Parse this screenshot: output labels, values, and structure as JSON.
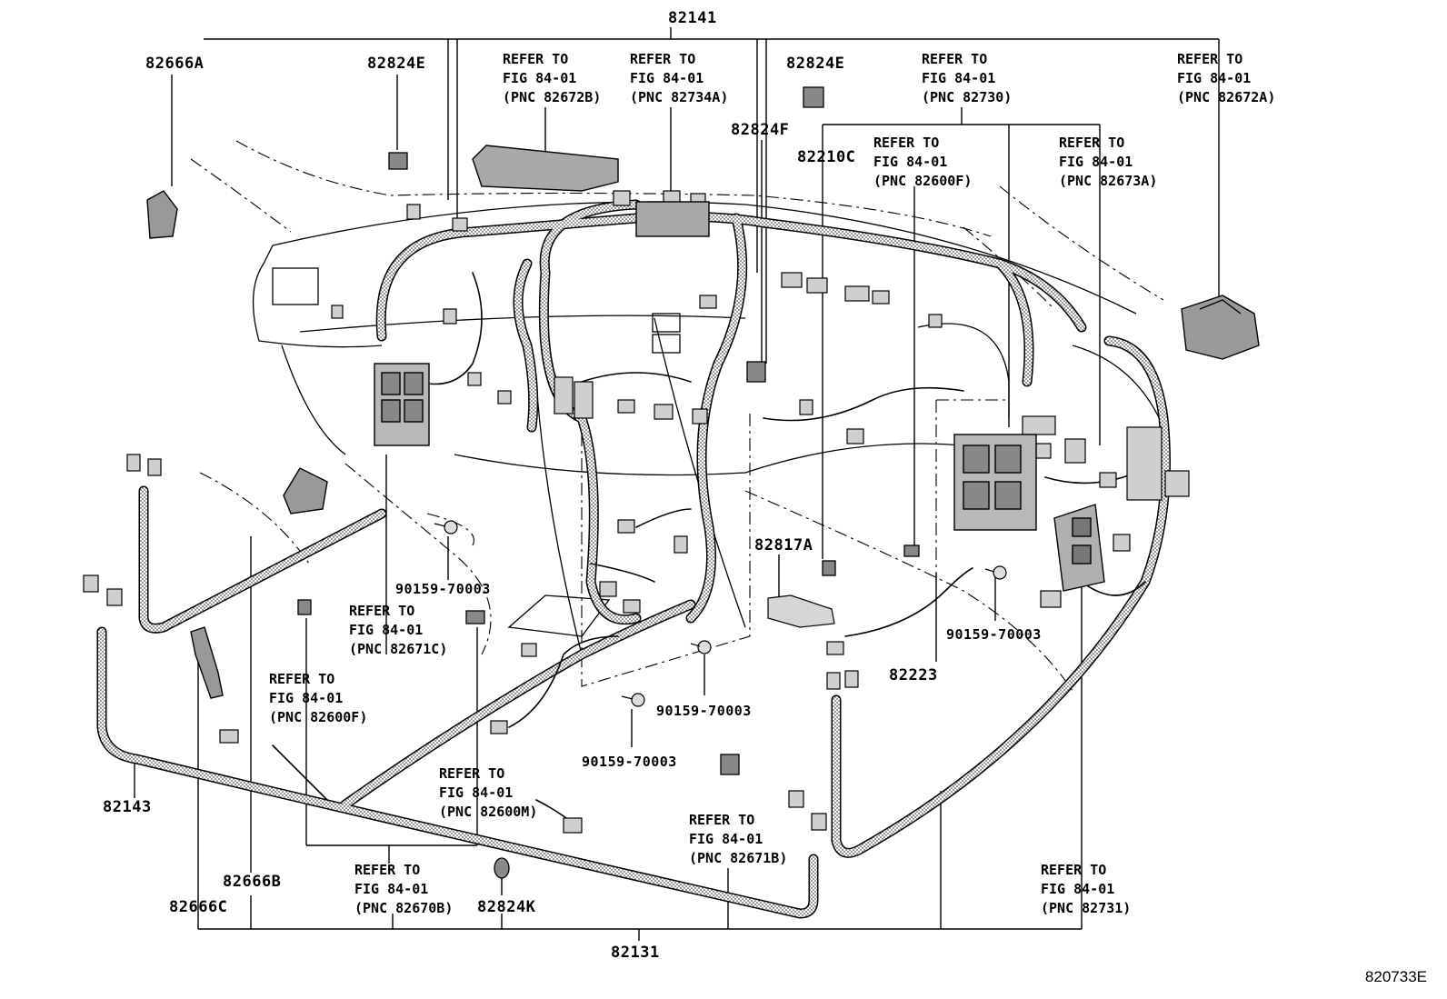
{
  "illustration_code": "820733E",
  "parts": {
    "p82141": "82141",
    "p82666A": "82666A",
    "p82824E_left": "82824E",
    "p82824E_right": "82824E",
    "p82824F": "82824F",
    "p82210C": "82210C",
    "p82817A": "82817A",
    "p82223": "82223",
    "p82143": "82143",
    "p82666B": "82666B",
    "p82666C": "82666C",
    "p82824K": "82824K",
    "p82131": "82131",
    "b90159_a": "90159-70003",
    "b90159_b": "90159-70003",
    "b90159_c": "90159-70003",
    "b90159_d": "90159-70003"
  },
  "refs": {
    "r82672B": {
      "l1": "REFER TO",
      "l2": "FIG 84-01",
      "l3": "(PNC 82672B)"
    },
    "r82734A": {
      "l1": "REFER TO",
      "l2": "FIG 84-01",
      "l3": "(PNC 82734A)"
    },
    "r82730": {
      "l1": "REFER TO",
      "l2": "FIG 84-01",
      "l3": "(PNC 82730)"
    },
    "r82672A": {
      "l1": "REFER TO",
      "l2": "FIG 84-01",
      "l3": "(PNC 82672A)"
    },
    "r82600F_top": {
      "l1": "REFER TO",
      "l2": "FIG 84-01",
      "l3": "(PNC 82600F)"
    },
    "r82673A": {
      "l1": "REFER TO",
      "l2": "FIG 84-01",
      "l3": "(PNC 82673A)"
    },
    "r82671C": {
      "l1": "REFER TO",
      "l2": "FIG 84-01",
      "l3": "(PNC 82671C)"
    },
    "r82600F_left": {
      "l1": "REFER TO",
      "l2": "FIG 84-01",
      "l3": "(PNC 82600F)"
    },
    "r82600M": {
      "l1": "REFER TO",
      "l2": "FIG 84-01",
      "l3": "(PNC 82600M)"
    },
    "r82671B": {
      "l1": "REFER TO",
      "l2": "FIG 84-01",
      "l3": "(PNC 82671B)"
    },
    "r82670B": {
      "l1": "REFER TO",
      "l2": "FIG 84-01",
      "l3": "(PNC 82670B)"
    },
    "r82731": {
      "l1": "REFER TO",
      "l2": "FIG 84-01",
      "l3": "(PNC 82731)"
    }
  }
}
